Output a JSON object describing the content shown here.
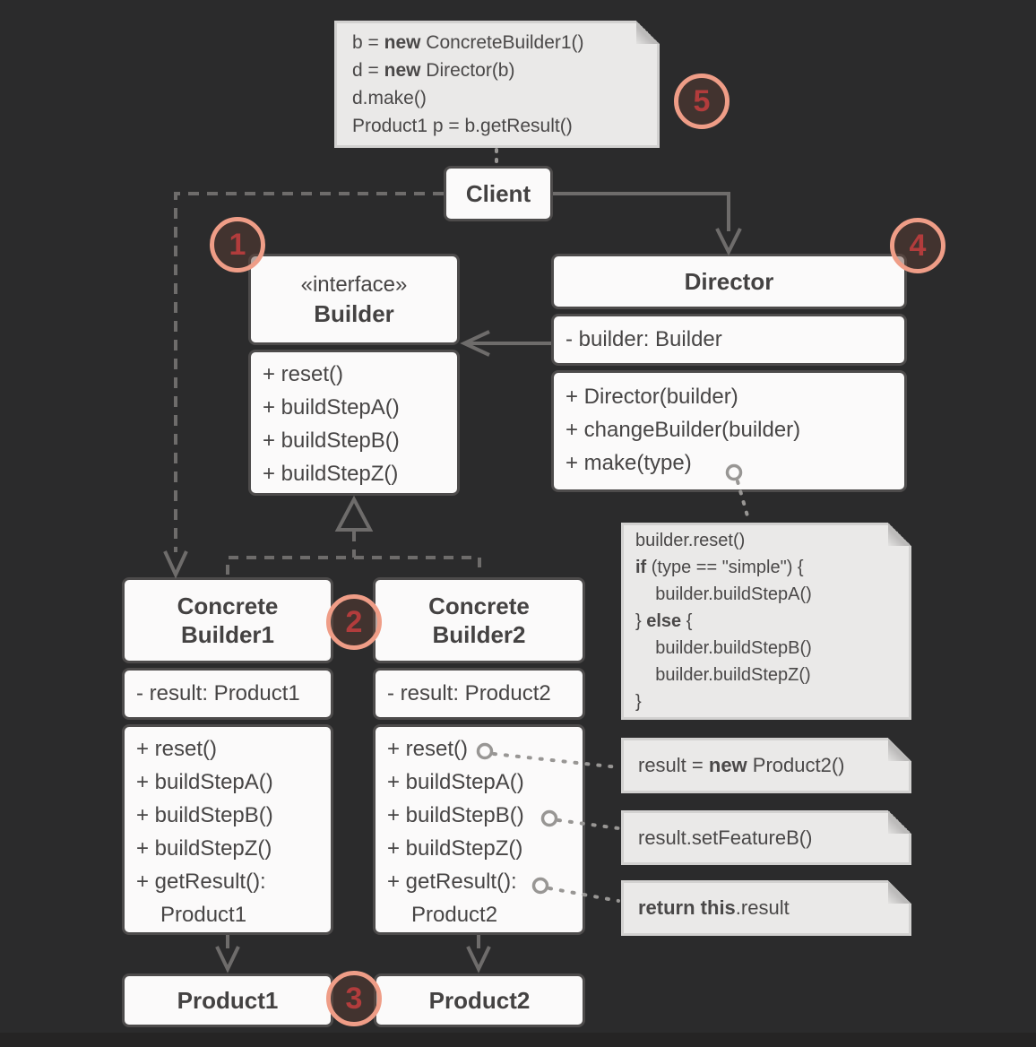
{
  "colors": {
    "background": "#2b2b2c",
    "box_fill": "#fbfafa",
    "box_border": "#4d4b4b",
    "box_text": "#474545",
    "note_fill": "#eae9e8",
    "note_border": "#d2d1d0",
    "connector": "#6e6c6b",
    "note_connector": "#989694",
    "badge_border": "#ef9d87",
    "badge_number": "#b23c3c"
  },
  "badges": [
    "1",
    "2",
    "3",
    "4",
    "5"
  ],
  "classes": {
    "client": {
      "name": "Client"
    },
    "builder": {
      "stereotype": "«interface»",
      "name": "Builder",
      "methods": [
        "+ reset()",
        "+ buildStepA()",
        "+ buildStepB()",
        "+ buildStepZ()"
      ]
    },
    "director": {
      "name": "Director",
      "field": "- builder: Builder",
      "methods": [
        "+ Director(builder)",
        "+ changeBuilder(builder)",
        "+ make(type)"
      ]
    },
    "concrete_builder1": {
      "name_lines": [
        "Concrete",
        "Builder1"
      ],
      "field": "- result: Product1",
      "methods": [
        "+ reset()",
        "+ buildStepA()",
        "+ buildStepB()",
        "+ buildStepZ()",
        "+ getResult():",
        "Product1"
      ]
    },
    "concrete_builder2": {
      "name_lines": [
        "Concrete",
        "Builder2"
      ],
      "field": "- result: Product2",
      "methods": [
        "+ reset()",
        "+ buildStepA()",
        "+ buildStepB()",
        "+ buildStepZ()",
        "+ getResult():",
        "Product2"
      ]
    },
    "product1": {
      "name": "Product1"
    },
    "product2": {
      "name": "Product2"
    }
  },
  "notes": {
    "client_code": {
      "lines": [
        [
          {
            "t": "b = "
          },
          {
            "t": "new",
            "b": true
          },
          {
            "t": " ConcreteBuilder1()"
          }
        ],
        [
          {
            "t": "d = "
          },
          {
            "t": "new",
            "b": true
          },
          {
            "t": " Director(b)"
          }
        ],
        [
          {
            "t": "d.make()"
          }
        ],
        [
          {
            "t": "Product1 p = b.getResult()"
          }
        ]
      ]
    },
    "make_code": {
      "lines": [
        [
          {
            "t": "builder.reset()"
          }
        ],
        [
          {
            "t": "if",
            "b": true
          },
          {
            "t": " (type == \"simple\") {"
          }
        ],
        [
          {
            "t": "    builder.buildStepA()"
          }
        ],
        [
          {
            "t": "} "
          },
          {
            "t": "else",
            "b": true
          },
          {
            "t": " {"
          }
        ],
        [
          {
            "t": "    builder.buildStepB()"
          }
        ],
        [
          {
            "t": "    builder.buildStepZ()"
          }
        ],
        [
          {
            "t": "}"
          }
        ]
      ]
    },
    "reset_impl": {
      "lines": [
        [
          {
            "t": "result = "
          },
          {
            "t": "new",
            "b": true
          },
          {
            "t": " Product2()"
          }
        ]
      ]
    },
    "feature_impl": {
      "lines": [
        [
          {
            "t": "result.setFeatureB()"
          }
        ]
      ]
    },
    "return_impl": {
      "lines": [
        [
          {
            "t": "return this",
            "b": true
          },
          {
            "t": ".result"
          }
        ]
      ]
    }
  }
}
